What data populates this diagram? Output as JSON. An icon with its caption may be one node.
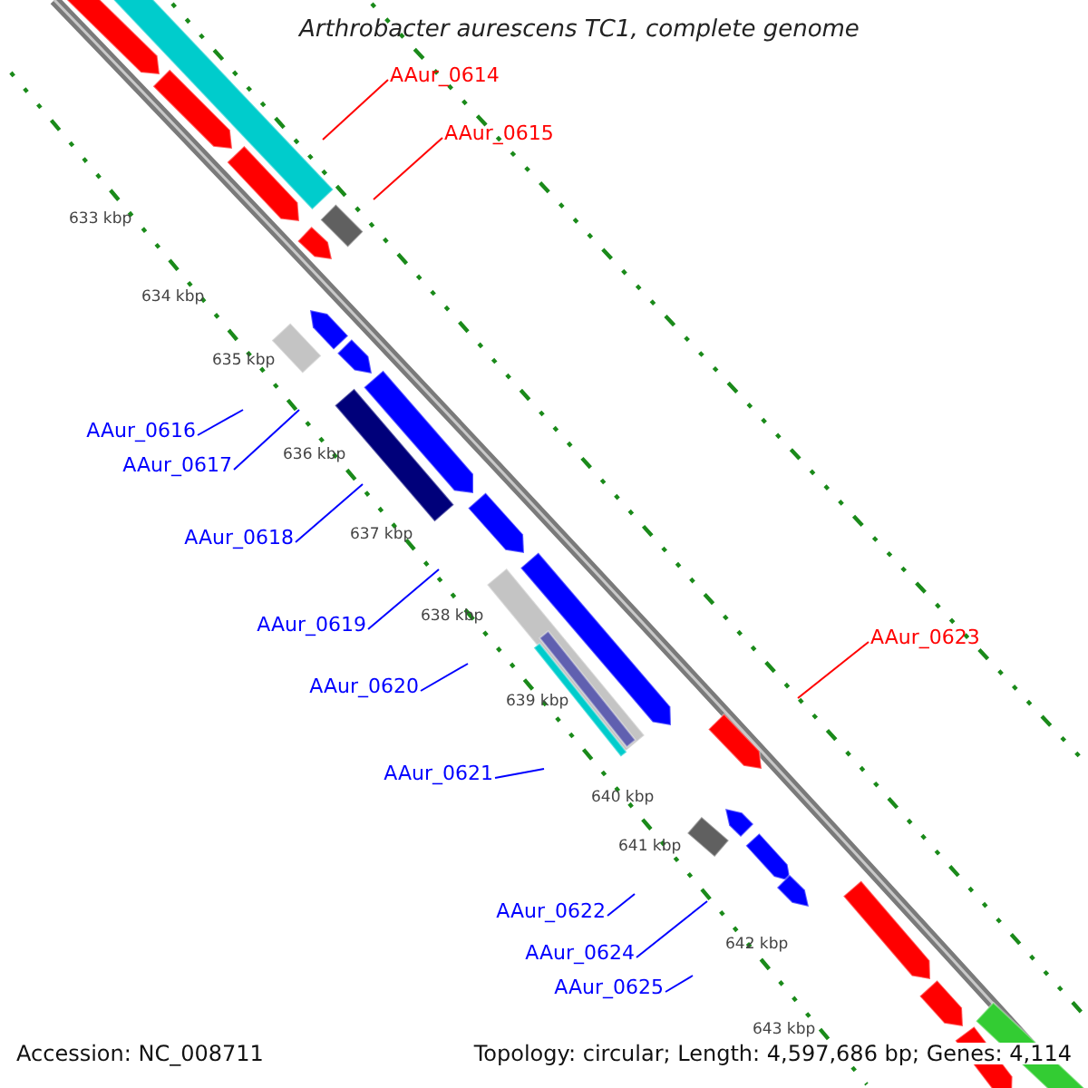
{
  "diagram": {
    "title": "Arthrobacter aurescens TC1, complete genome",
    "nodes": [
      {
        "text": [
          "AAur_0614"
        ]
      },
      {
        "text": [
          "AAur_0615"
        ]
      },
      {
        "text": [
          "AAur_0616"
        ]
      },
      {
        "text": [
          "AAur_0617"
        ]
      },
      {
        "text": [
          "AAur_0618"
        ]
      },
      {
        "text": [
          "AAur_0619"
        ]
      },
      {
        "text": [
          "AAur_0623"
        ]
      },
      {
        "text": [
          "AAur_0620"
        ]
      },
      {
        "text": [
          "AAur_0621"
        ]
      },
      {
        "text": [
          "AAur_0622"
        ]
      },
      {
        "text": [
          "AAur_0624"
        ]
      },
      {
        "text": [
          "AAur_0625"
        ]
      }
    ],
    "edges": [
      {
        "from": 0,
        "to": null,
        "arrow": "none",
        "color": "#ff0000"
      },
      {
        "from": 1,
        "to": null,
        "arrow": "none",
        "color": "#ff0000"
      },
      {
        "from": 2,
        "to": null,
        "arrow": "none"
      },
      {
        "from": 3,
        "to": null,
        "arrow": "none"
      },
      {
        "from": 4,
        "to": null,
        "arrow": "none"
      },
      {
        "from": 5,
        "to": null,
        "arrow": "none"
      },
      {
        "from": 6,
        "to": null,
        "arrow": "none",
        "color": "#ff0000"
      },
      {
        "from": 7,
        "to": null,
        "arrow": "none"
      },
      {
        "from": 8,
        "to": null,
        "arrow": "none"
      },
      {
        "from": 9,
        "to": null,
        "arrow": "none"
      },
      {
        "from": 10,
        "to": null,
        "arrow": "none"
      },
      {
        "from": 11,
        "to": null,
        "arrow": "none"
      }
    ],
    "labels": [
      "633 kbp",
      "634 kbp",
      "635 kbp",
      "636 kbp",
      "637 kbp",
      "638 kbp",
      "639 kbp",
      "640 kbp",
      "641 kbp",
      "642 kbp",
      "643 kbp",
      "Accession: NC_008711",
      "Topology: circular; Length: 4,597,686 bp; Genes: 4,114"
    ]
  }
}
